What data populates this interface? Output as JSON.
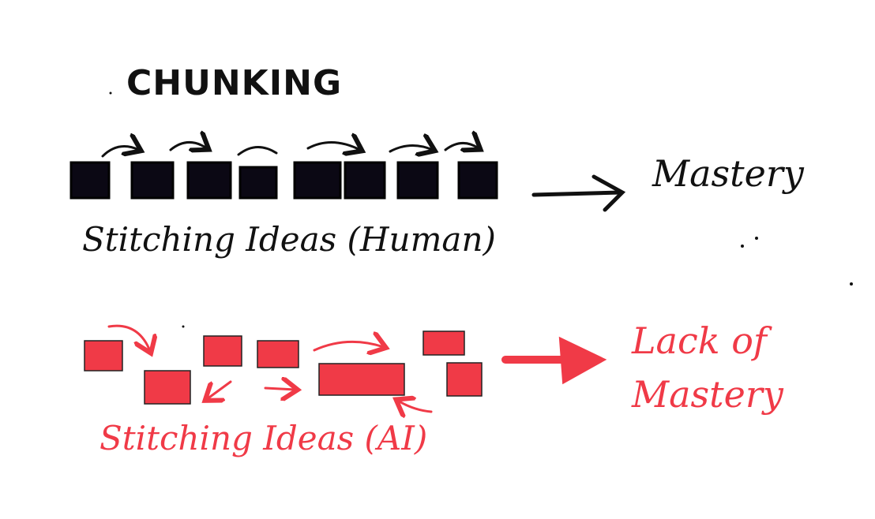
{
  "title": "CHUNKING",
  "human": {
    "label": "Stitching Ideas (Human)",
    "outcome": "Mastery",
    "color": "#111111",
    "block_count": 8
  },
  "ai": {
    "label": "Stitching Ideas (AI)",
    "outcome_line1": "Lack of",
    "outcome_line2": "Mastery",
    "color": "#f03a47",
    "block_count": 7
  }
}
